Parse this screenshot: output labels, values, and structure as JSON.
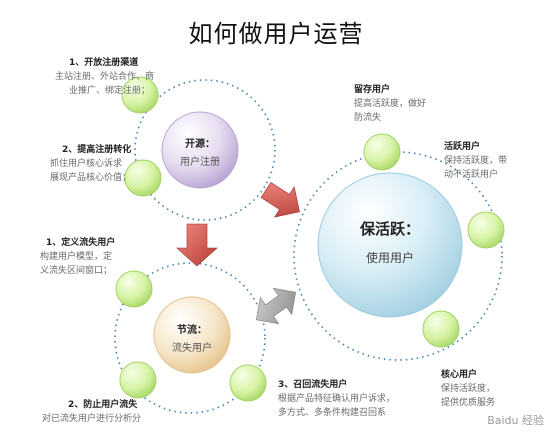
{
  "title": "如何做用户运营",
  "hubs": {
    "open": {
      "label": "开源：",
      "sub": "用户注册"
    },
    "retain": {
      "label": "保活跃：",
      "sub": "使用用户"
    },
    "churn": {
      "label": "节流：",
      "sub": "流失用户"
    }
  },
  "steps": {
    "s1": {
      "head": "1、开放注册渠道",
      "lines": [
        "主站注册、外站合作、商",
        "业推广、绑定注册；"
      ]
    },
    "s2": {
      "head": "2、提高注册转化",
      "lines": [
        "抓住用户核心诉求",
        "展现产品核心价值；"
      ]
    },
    "keep": {
      "head": "留存用户",
      "lines": [
        "提高活跃度，做好",
        "防流失"
      ]
    },
    "active": {
      "head": "活跃用户",
      "lines": [
        "保持活跃度，带",
        "动不活跃用户"
      ]
    },
    "core": {
      "head": "核心用户",
      "lines": [
        "保持活跃度，",
        "提供优质服务"
      ]
    },
    "define": {
      "head": "1、定义流失用户",
      "lines": [
        "构建用户模型，定",
        "义流失区间窗口；"
      ]
    },
    "prevent": {
      "head": "2、防止用户流失",
      "lines": [
        "对已流失用户进行分析分"
      ]
    },
    "recall": {
      "head": "3、召回流失用户",
      "lines": [
        "根据产品特征确认用户诉求，",
        "多方式、多条件构建召回系"
      ]
    }
  },
  "watermark": "Baidu 经验",
  "colors": {
    "green_node": "#c9ef8e",
    "hub_purple": "#c7b6dc",
    "hub_blue": "#bfe2ee",
    "arrow_red": "#c94a4a",
    "arrow_gray": "#9a9a9a",
    "ring_dots": "#3f7fb0"
  }
}
